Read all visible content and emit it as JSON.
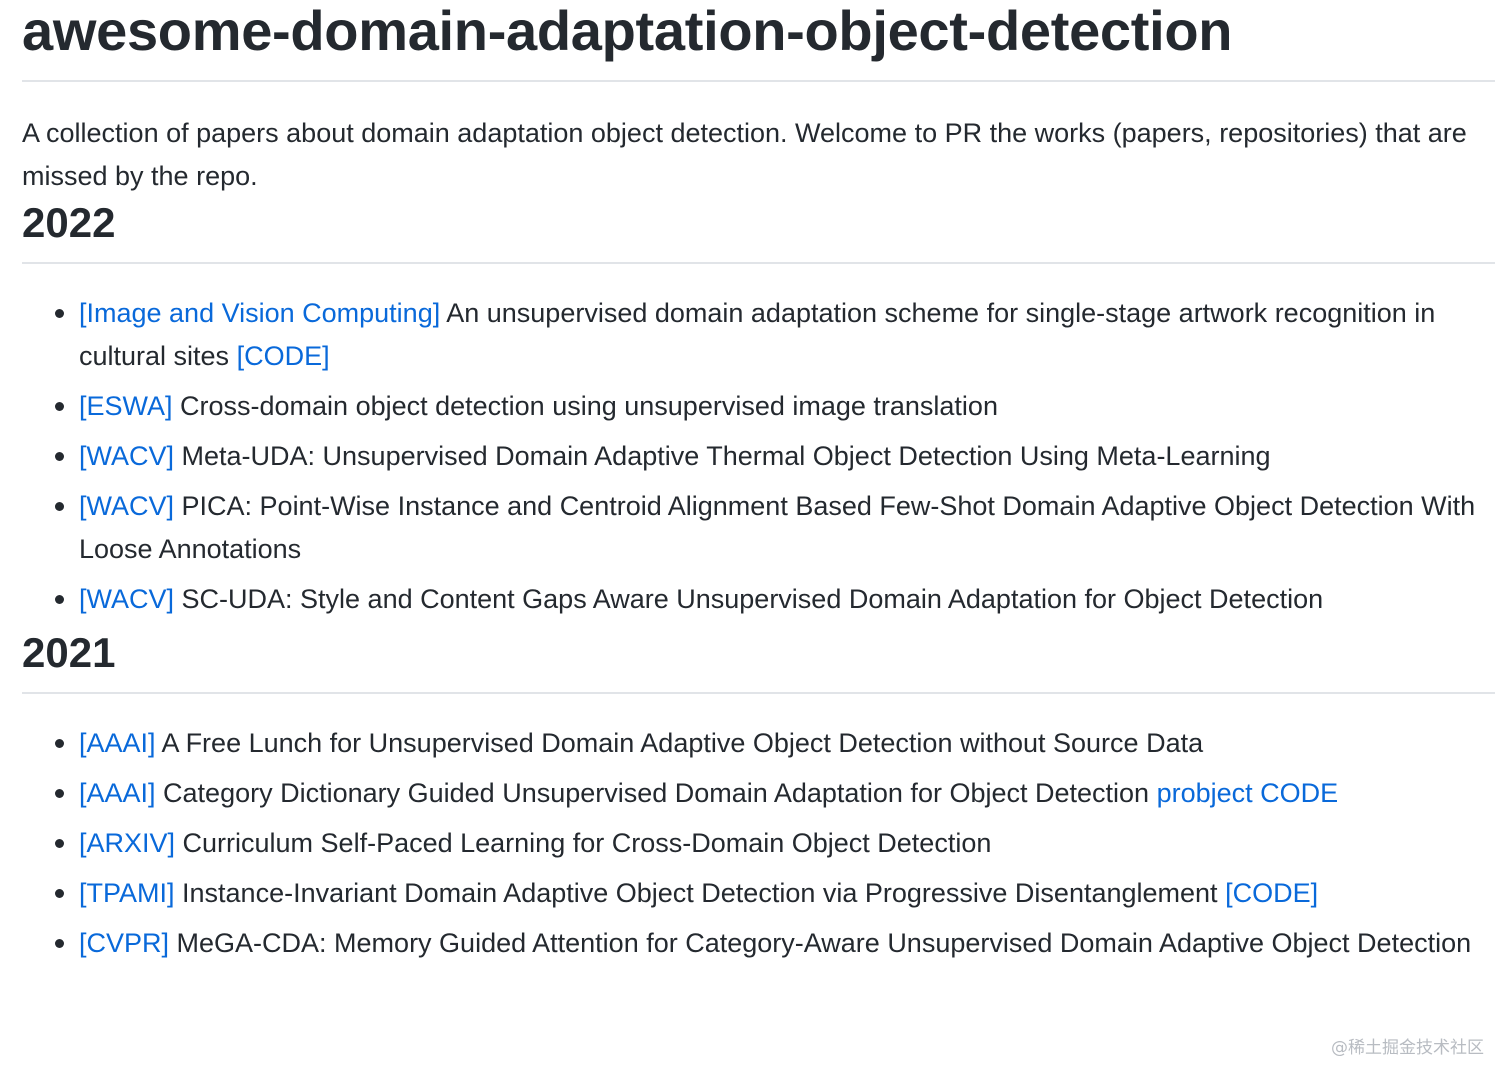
{
  "title": "awesome-domain-adaptation-object-detection",
  "intro": "A collection of papers about domain adaptation object detection. Welcome to PR the works (papers, repositories) that are missed by the repo.",
  "sections": [
    {
      "year": "2022",
      "items": [
        {
          "venue": "[Image and Vision Computing]",
          "text": " An unsupervised domain adaptation scheme for single-stage artwork recognition in cultural sites ",
          "link": "[CODE]"
        },
        {
          "venue": "[ESWA]",
          "text": " Cross-domain object detection using unsupervised image translation",
          "link": ""
        },
        {
          "venue": "[WACV]",
          "text": " Meta-UDA: Unsupervised Domain Adaptive Thermal Object Detection Using Meta-Learning",
          "link": ""
        },
        {
          "venue": "[WACV]",
          "text": " PICA: Point-Wise Instance and Centroid Alignment Based Few-Shot Domain Adaptive Object Detection With Loose Annotations",
          "link": ""
        },
        {
          "venue": "[WACV]",
          "text": " SC-UDA: Style and Content Gaps Aware Unsupervised Domain Adaptation for Object Detection",
          "link": ""
        }
      ]
    },
    {
      "year": "2021",
      "items": [
        {
          "venue": "[AAAI]",
          "text": " A Free Lunch for Unsupervised Domain Adaptive Object Detection without Source Data",
          "link": ""
        },
        {
          "venue": "[AAAI]",
          "text": " Category Dictionary Guided Unsupervised Domain Adaptation for Object Detection ",
          "link": "probject CODE"
        },
        {
          "venue": "[ARXIV]",
          "text": " Curriculum Self-Paced Learning for Cross-Domain Object Detection",
          "link": ""
        },
        {
          "venue": "[TPAMI]",
          "text": " Instance-Invariant Domain Adaptive Object Detection via Progressive Disentanglement ",
          "link": "[CODE]"
        },
        {
          "venue": "[CVPR]",
          "text": " MeGA-CDA: Memory Guided Attention for Category-Aware Unsupervised Domain Adaptive Object Detection",
          "link": ""
        }
      ]
    }
  ],
  "watermark": "@稀土掘金技术社区"
}
